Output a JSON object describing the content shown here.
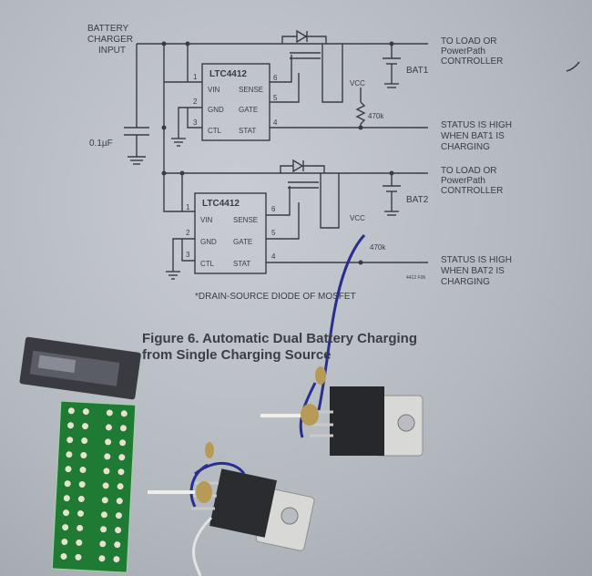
{
  "schematic": {
    "input_label": [
      "BATTERY",
      "CHARGER",
      "INPUT"
    ],
    "cap_label": "0.1µF",
    "ic": {
      "name": "LTC4412",
      "pins_left": [
        {
          "num": "1",
          "name": "VIN"
        },
        {
          "num": "2",
          "name": "GND"
        },
        {
          "num": "3",
          "name": "CTL"
        }
      ],
      "pins_right": [
        {
          "num": "6",
          "name": "SENSE"
        },
        {
          "num": "5",
          "name": "GATE"
        },
        {
          "num": "4",
          "name": "STAT"
        }
      ]
    },
    "channel1": {
      "bat": "BAT1",
      "load": [
        "TO LOAD OR",
        "PowerPath",
        "CONTROLLER"
      ],
      "vcc": "VCC",
      "resistor": "470k",
      "status": [
        "STATUS IS HIGH",
        "WHEN BAT1 IS",
        "CHARGING"
      ]
    },
    "channel2": {
      "bat": "BAT2",
      "load": [
        "TO LOAD OR",
        "PowerPath",
        "CONTROLLER"
      ],
      "vcc": "VCC",
      "resistor": "470k",
      "status": [
        "STATUS IS HIGH",
        "WHEN BAT2 IS",
        "CHARGING"
      ]
    },
    "footnote": "*DRAIN-SOURCE DIODE OF MOSFET",
    "ref_code": "4412 F06"
  },
  "caption": [
    "Figure 6. Automatic Dual Battery Charging",
    "from Single Charging Source"
  ],
  "colors": {
    "paper": "#c4c8ce",
    "ink": "#3a3c44",
    "wire": "#2a2f8f",
    "pcb": "#1f7a33",
    "tab_metal": "#d8d8d6"
  }
}
